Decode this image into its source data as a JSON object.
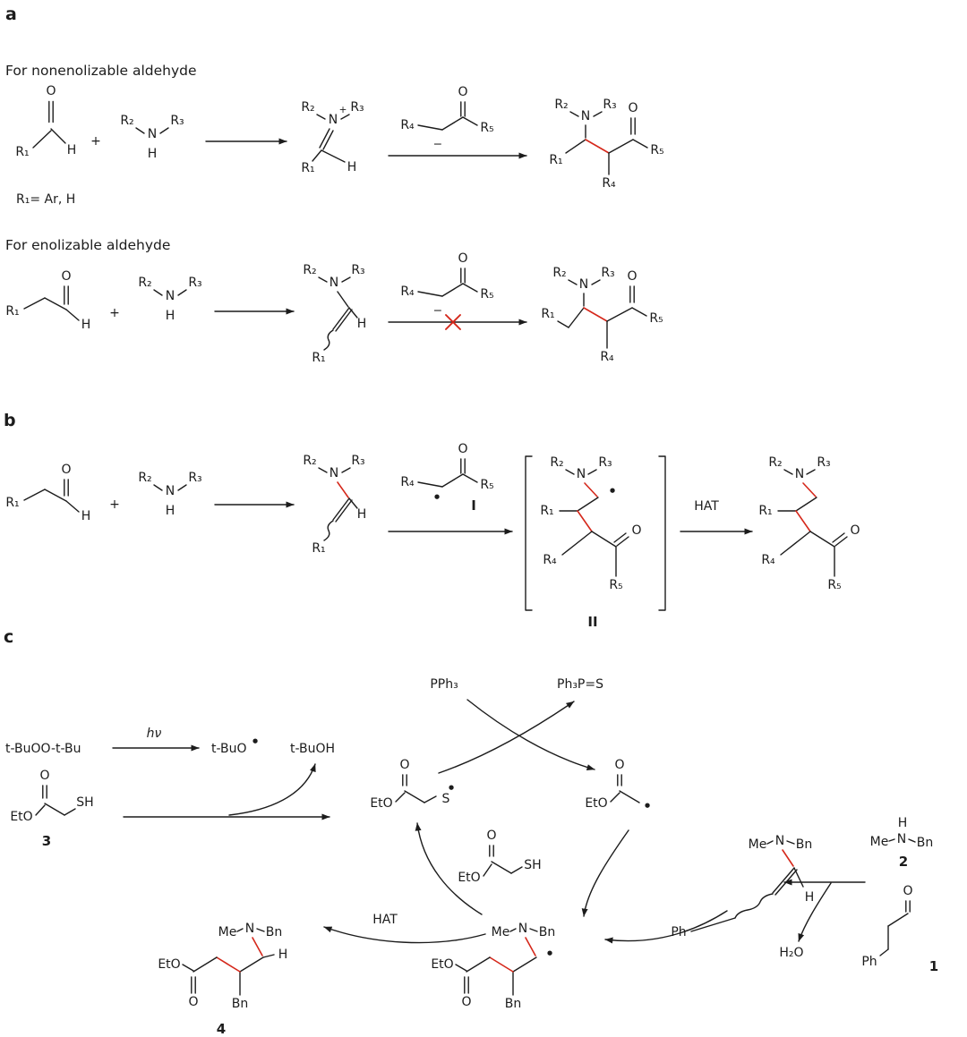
{
  "figure": {
    "panel_a": "a",
    "panel_b": "b",
    "panel_c": "c",
    "caption_nonenolizable": "For nonenolizable aldehyde",
    "caption_enolizable": "For enolizable aldehyde",
    "r1_note": "R₁= Ar, H"
  },
  "sym": {
    "R1": "R₁",
    "R2": "R₂",
    "R3": "R₃",
    "R4": "R₄",
    "R5": "R₅",
    "N": "N",
    "O": "O",
    "H": "H",
    "S": "S",
    "SH": "SH",
    "EtO": "EtO",
    "Me": "Me",
    "Bn": "Bn",
    "Ph": "Ph",
    "plus": "+",
    "minus": "−",
    "radical_dot": "•"
  },
  "labels": {
    "hat": "HAT",
    "intermediate_I": "I",
    "intermediate_II": "II"
  },
  "compounds": {
    "pph3": "PPh₃",
    "ph3ps": "Ph₃P=S",
    "tbuootbu": "t-BuOO-t-Bu",
    "hnu": "hν",
    "tbuo": "t-BuO",
    "tbuoh": "t-BuOH",
    "h2o": "H₂O",
    "n1": "1",
    "n2": "2",
    "n3": "3",
    "n4": "4"
  },
  "colors": {
    "bond": "#1c1c1c",
    "highlight": "#d5281b",
    "background": "#ffffff"
  }
}
